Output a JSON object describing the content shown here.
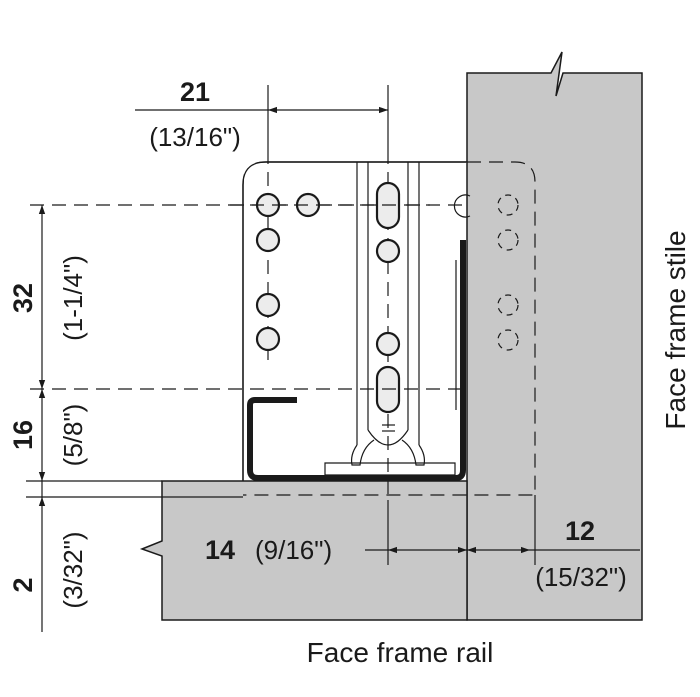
{
  "colors": {
    "panel": "#c8c8c8",
    "line": "#1a1a1a",
    "profile": "#1a1a1a"
  },
  "dims": {
    "top": {
      "mm": "21",
      "inch": "(13/16\")"
    },
    "left_upper": {
      "mm": "32",
      "inch": "(1-1/4\")"
    },
    "left_middle": {
      "mm": "16",
      "inch": "(5/8\")"
    },
    "left_lower": {
      "mm": "2",
      "inch": "(3/32\")"
    },
    "bottom_left": {
      "mm": "14",
      "inch": "(9/16\")"
    },
    "bottom_right": {
      "mm": "12",
      "inch": "(15/32\")"
    }
  },
  "labels": {
    "stile": "Face frame stile",
    "rail": "Face frame rail"
  }
}
